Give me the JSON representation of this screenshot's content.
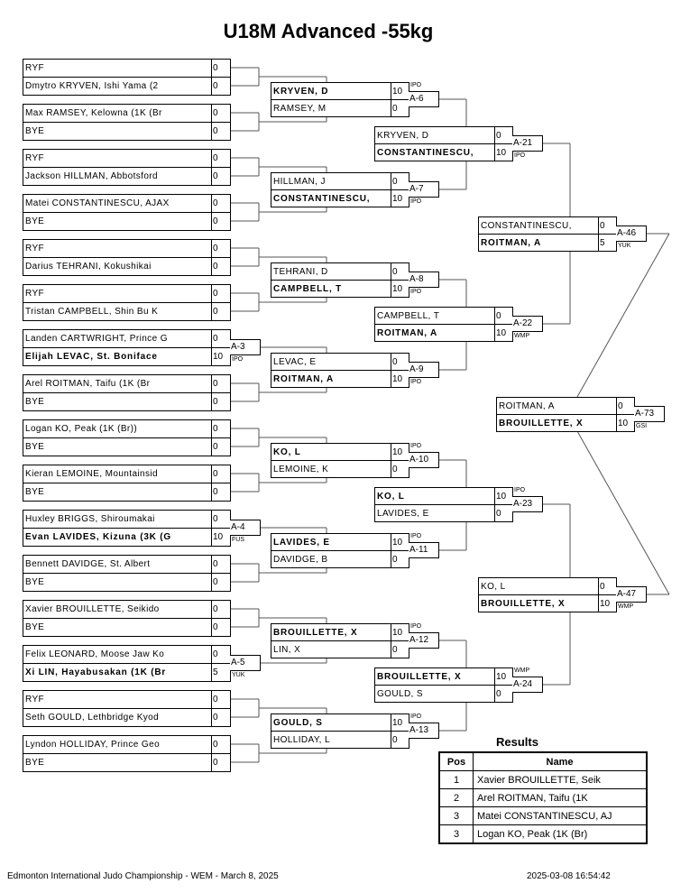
{
  "title": "U18M Advanced -55kg",
  "rounds": [
    [
      {
        "players": [
          {
            "name": "RYF",
            "score": "0"
          },
          {
            "name": "Dmytro KRYVEN, Ishi Yama (2",
            "score": "0"
          }
        ]
      },
      {
        "players": [
          {
            "name": "Max RAMSEY, Kelowna (1K (Br",
            "score": "0"
          },
          {
            "name": "BYE",
            "score": "0"
          }
        ]
      },
      {
        "players": [
          {
            "name": "RYF",
            "score": "0"
          },
          {
            "name": "Jackson HILLMAN, Abbotsford",
            "score": "0"
          }
        ]
      },
      {
        "players": [
          {
            "name": "Matei CONSTANTINESCU, AJAX",
            "score": "0"
          },
          {
            "name": "BYE",
            "score": "0"
          }
        ]
      },
      {
        "players": [
          {
            "name": "RYF",
            "score": "0"
          },
          {
            "name": "Darius TEHRANI, Kokushikai",
            "score": "0"
          }
        ]
      },
      {
        "players": [
          {
            "name": "RYF",
            "score": "0"
          },
          {
            "name": "Tristan CAMPBELL, Shin Bu K",
            "score": "0"
          }
        ]
      },
      {
        "players": [
          {
            "name": "Landen CARTWRIGHT, Prince G",
            "score": "0"
          },
          {
            "name": "Elijah LEVAC, St. Boniface",
            "score": "10",
            "bold": true
          }
        ],
        "label": "A-3",
        "win_type": "IPO",
        "winner": 1
      },
      {
        "players": [
          {
            "name": "Arel ROITMAN, Taifu (1K (Br",
            "score": "0"
          },
          {
            "name": "BYE",
            "score": "0"
          }
        ]
      },
      {
        "players": [
          {
            "name": "Logan KO, Peak (1K (Br))",
            "score": "0"
          },
          {
            "name": "BYE",
            "score": "0"
          }
        ]
      },
      {
        "players": [
          {
            "name": "Kieran LEMOINE, Mountainsid",
            "score": "0"
          },
          {
            "name": "BYE",
            "score": "0"
          }
        ]
      },
      {
        "players": [
          {
            "name": "Huxley BRIGGS, Shiroumakai",
            "score": "0"
          },
          {
            "name": "Evan LAVIDES, Kizuna (3K (G",
            "score": "10",
            "bold": true
          }
        ],
        "label": "A-4",
        "win_type": "FUS",
        "winner": 1
      },
      {
        "players": [
          {
            "name": "Bennett DAVIDGE, St. Albert",
            "score": "0"
          },
          {
            "name": "BYE",
            "score": "0"
          }
        ]
      },
      {
        "players": [
          {
            "name": "Xavier BROUILLETTE, Seikido",
            "score": "0"
          },
          {
            "name": "BYE",
            "score": "0"
          }
        ]
      },
      {
        "players": [
          {
            "name": "Felix LEONARD, Moose Jaw Ko",
            "score": "0"
          },
          {
            "name": "Xi LIN, Hayabusakan (1K (Br",
            "score": "5",
            "bold": true
          }
        ],
        "label": "A-5",
        "win_type": "YUK",
        "winner": 1
      },
      {
        "players": [
          {
            "name": "RYF",
            "score": "0"
          },
          {
            "name": "Seth GOULD, Lethbridge Kyod",
            "score": "0"
          }
        ]
      },
      {
        "players": [
          {
            "name": "Lyndon HOLLIDAY, Prince Geo",
            "score": "0"
          },
          {
            "name": "BYE",
            "score": "0"
          }
        ]
      }
    ],
    [
      {
        "players": [
          {
            "name": "KRYVEN, D",
            "score": "10",
            "bold": true
          },
          {
            "name": "RAMSEY, M",
            "score": "0"
          }
        ],
        "label": "A-6",
        "win_type": "IPO",
        "winner": 0
      },
      {
        "players": [
          {
            "name": "HILLMAN, J",
            "score": "0"
          },
          {
            "name": "CONSTANTINESCU,",
            "score": "10",
            "bold": true
          }
        ],
        "label": "A-7",
        "win_type": "IPO",
        "winner": 1
      },
      {
        "players": [
          {
            "name": "TEHRANI, D",
            "score": "0"
          },
          {
            "name": "CAMPBELL, T",
            "score": "10",
            "bold": true
          }
        ],
        "label": "A-8",
        "win_type": "IPO",
        "winner": 1
      },
      {
        "players": [
          {
            "name": "LEVAC, E",
            "score": "0"
          },
          {
            "name": "ROITMAN, A",
            "score": "10",
            "bold": true
          }
        ],
        "label": "A-9",
        "win_type": "IPO",
        "winner": 1
      },
      {
        "players": [
          {
            "name": "KO, L",
            "score": "10",
            "bold": true
          },
          {
            "name": "LEMOINE, K",
            "score": "0"
          }
        ],
        "label": "A-10",
        "win_type": "IPO",
        "winner": 0
      },
      {
        "players": [
          {
            "name": "LAVIDES, E",
            "score": "10",
            "bold": true
          },
          {
            "name": "DAVIDGE, B",
            "score": "0"
          }
        ],
        "label": "A-11",
        "win_type": "IPO",
        "winner": 0
      },
      {
        "players": [
          {
            "name": "BROUILLETTE, X",
            "score": "10",
            "bold": true
          },
          {
            "name": "LIN, X",
            "score": "0"
          }
        ],
        "label": "A-12",
        "win_type": "IPO",
        "winner": 0
      },
      {
        "players": [
          {
            "name": "GOULD, S",
            "score": "10",
            "bold": true
          },
          {
            "name": "HOLLIDAY, L",
            "score": "0"
          }
        ],
        "label": "A-13",
        "win_type": "IPO",
        "winner": 0
      }
    ],
    [
      {
        "players": [
          {
            "name": "KRYVEN, D",
            "score": "0"
          },
          {
            "name": "CONSTANTINESCU,",
            "score": "10",
            "bold": true
          }
        ],
        "label": "A-21",
        "win_type": "IPO",
        "winner": 1
      },
      {
        "players": [
          {
            "name": "CAMPBELL, T",
            "score": "0"
          },
          {
            "name": "ROITMAN, A",
            "score": "10",
            "bold": true
          }
        ],
        "label": "A-22",
        "win_type": "WMP",
        "winner": 1
      },
      {
        "players": [
          {
            "name": "KO, L",
            "score": "10",
            "bold": true
          },
          {
            "name": "LAVIDES, E",
            "score": "0"
          }
        ],
        "label": "A-23",
        "win_type": "IPO",
        "winner": 0
      },
      {
        "players": [
          {
            "name": "BROUILLETTE, X",
            "score": "10",
            "bold": true
          },
          {
            "name": "GOULD, S",
            "score": "0"
          }
        ],
        "label": "A-24",
        "win_type": "WMP",
        "winner": 0
      }
    ],
    [
      {
        "players": [
          {
            "name": "CONSTANTINESCU,",
            "score": "0"
          },
          {
            "name": "ROITMAN, A",
            "score": "5",
            "bold": true
          }
        ],
        "label": "A-46",
        "win_type": "YUK",
        "winner": 1
      },
      {
        "players": [
          {
            "name": "KO, L",
            "score": "0"
          },
          {
            "name": "BROUILLETTE, X",
            "score": "10",
            "bold": true
          }
        ],
        "label": "A-47",
        "win_type": "WMP",
        "winner": 1
      }
    ],
    [
      {
        "players": [
          {
            "name": "ROITMAN, A",
            "score": "0"
          },
          {
            "name": "BROUILLETTE, X",
            "score": "10",
            "bold": true
          }
        ],
        "label": "A-73",
        "win_type": "GSI",
        "winner": 1
      }
    ]
  ],
  "results": {
    "title": "Results",
    "headers": {
      "pos": "Pos",
      "name": "Name"
    },
    "rows": [
      {
        "pos": "1",
        "name": "Xavier BROUILLETTE, Seik"
      },
      {
        "pos": "2",
        "name": "Arel ROITMAN, Taifu (1K"
      },
      {
        "pos": "3",
        "name": "Matei CONSTANTINESCU, AJ"
      },
      {
        "pos": "3",
        "name": "Logan KO, Peak (1K (Br)"
      }
    ]
  },
  "footer": {
    "left": "Edmonton International Judo Championship - WEM - March 8, 2025",
    "right": "2025-03-08 16:54:42"
  }
}
